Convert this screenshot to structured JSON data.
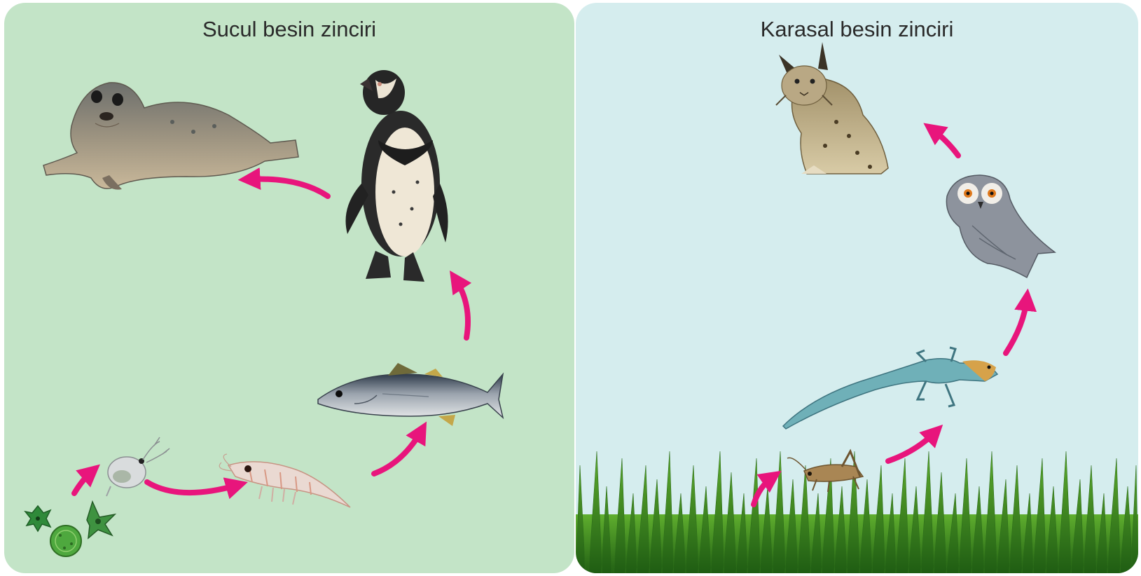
{
  "aquatic": {
    "title": "Sucul besin zinciri",
    "organisms": [
      "phytoplankton",
      "zooplankton",
      "krill",
      "tuna",
      "penguin",
      "seal"
    ]
  },
  "terrestrial": {
    "title": "Karasal besin zinciri",
    "organisms": [
      "grass",
      "grasshopper",
      "lizard",
      "owl",
      "lynx"
    ]
  },
  "colors": {
    "arrow": "#e8157c",
    "aquatic_background": "#c3e4c7",
    "terrestrial_background": "#d5edee"
  }
}
